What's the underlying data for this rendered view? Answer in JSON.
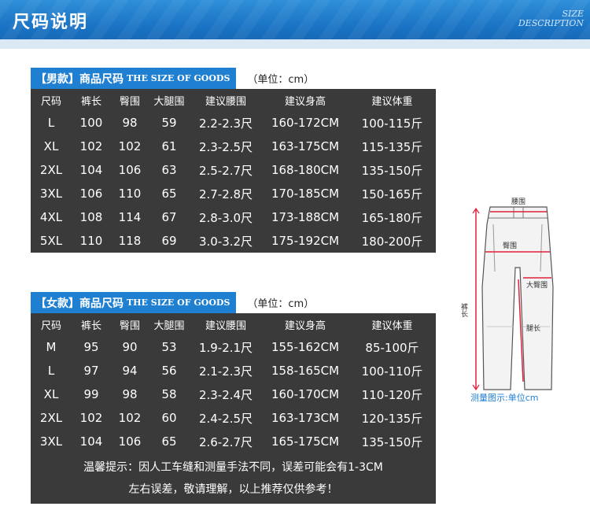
{
  "banner": {
    "title": "尺码说明",
    "sub_line1": "SIZE",
    "sub_line2": "DESCRIPTION"
  },
  "men": {
    "caption_cn": "【男款】商品尺码",
    "caption_en": "THE SIZE OF GOODS",
    "unit": "（单位：cm）",
    "headers": [
      "尺码",
      "裤长",
      "臀围",
      "大腿围",
      "建议腰围",
      "建议身高",
      "建议体重"
    ],
    "rows": [
      [
        "L",
        "100",
        "98",
        "59",
        "2.2-2.3尺",
        "160-172CM",
        "100-115斤"
      ],
      [
        "XL",
        "102",
        "102",
        "61",
        "2.3-2.5尺",
        "163-175CM",
        "115-135斤"
      ],
      [
        "2XL",
        "104",
        "106",
        "63",
        "2.5-2.7尺",
        "168-180CM",
        "135-150斤"
      ],
      [
        "3XL",
        "106",
        "110",
        "65",
        "2.7-2.8尺",
        "170-185CM",
        "150-165斤"
      ],
      [
        "4XL",
        "108",
        "114",
        "67",
        "2.8-3.0尺",
        "173-188CM",
        "165-180斤"
      ],
      [
        "5XL",
        "110",
        "118",
        "69",
        "3.0-3.2尺",
        "175-192CM",
        "180-200斤"
      ]
    ]
  },
  "women": {
    "caption_cn": "【女款】商品尺码",
    "caption_en": "THE SIZE OF GOODS",
    "unit": "（单位：cm）",
    "headers": [
      "尺码",
      "裤长",
      "臀围",
      "大腿围",
      "建议腰围",
      "建议身高",
      "建议体重"
    ],
    "rows": [
      [
        "M",
        "95",
        "90",
        "53",
        "1.9-2.1尺",
        "155-162CM",
        "85-100斤"
      ],
      [
        "L",
        "97",
        "94",
        "56",
        "2.1-2.3尺",
        "158-165CM",
        "100-110斤"
      ],
      [
        "XL",
        "99",
        "98",
        "58",
        "2.3-2.4尺",
        "160-170CM",
        "110-120斤"
      ],
      [
        "2XL",
        "102",
        "102",
        "60",
        "2.4-2.5尺",
        "163-173CM",
        "120-135斤"
      ],
      [
        "3XL",
        "104",
        "106",
        "65",
        "2.6-2.7尺",
        "165-175CM",
        "135-150斤"
      ]
    ],
    "note_line1": "温馨提示：因人工车缝和测量手法不同，误差可能会有1-3CM",
    "note_line2": "左右误差，敬请理解，以上推荐仅供参考！"
  },
  "diagram": {
    "waist_label": "腰围",
    "hip_label": "臀围",
    "thigh_label": "大臀围",
    "length_label": "裤长",
    "inseam_label": "腿长",
    "caption_prefix": "测量图示:",
    "caption_unit": "单位cm",
    "accent_color": "#e0213a"
  },
  "colors": {
    "banner": "#1a73c4",
    "caption": "#1f7fd0",
    "table_bg": "#3a3a3a"
  }
}
